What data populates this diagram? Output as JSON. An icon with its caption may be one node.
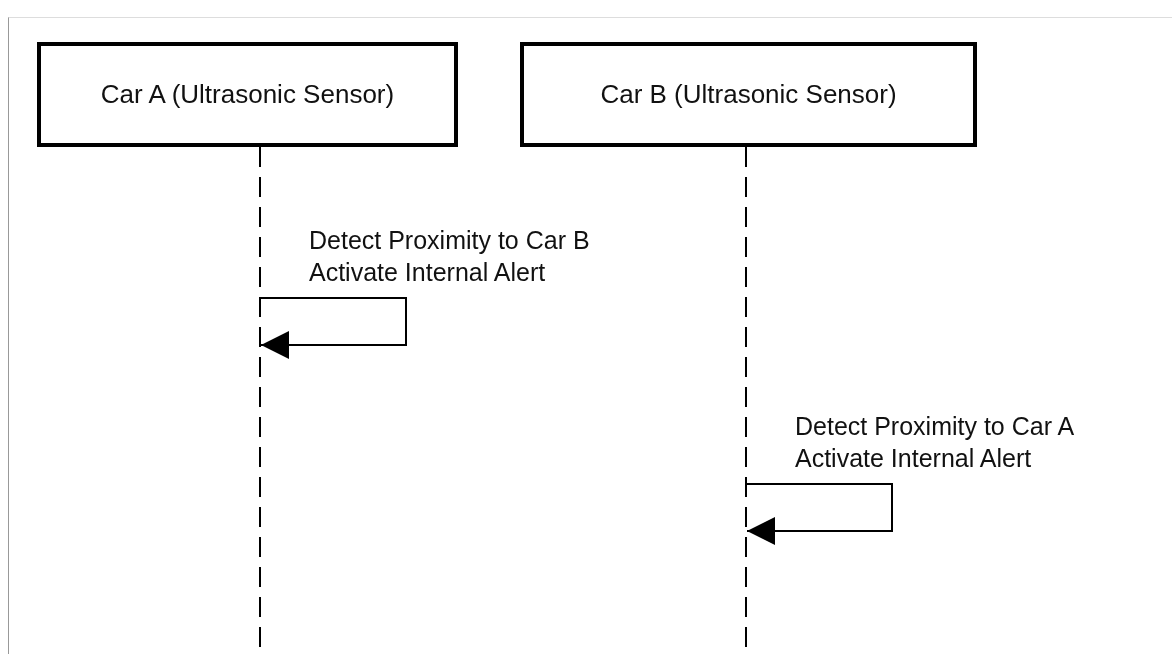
{
  "diagram": {
    "nodes": [
      {
        "text": [
          "Car A (Ultrasonic Sensor)"
        ]
      },
      {
        "text": [
          "Car B (Ultrasonic Sensor)"
        ]
      },
      {
        "text": [],
        "shape": "line"
      },
      {
        "text": [],
        "shape": "line"
      }
    ],
    "edges": [
      {
        "from": 2,
        "to": 2,
        "arrow": "to",
        "label": "Detect Proximity to Car B Activate Internal Alert"
      },
      {
        "from": 3,
        "to": 3,
        "arrow": "to",
        "label": "Detect Proximity to Car A Activate Internal Alert"
      }
    ]
  }
}
